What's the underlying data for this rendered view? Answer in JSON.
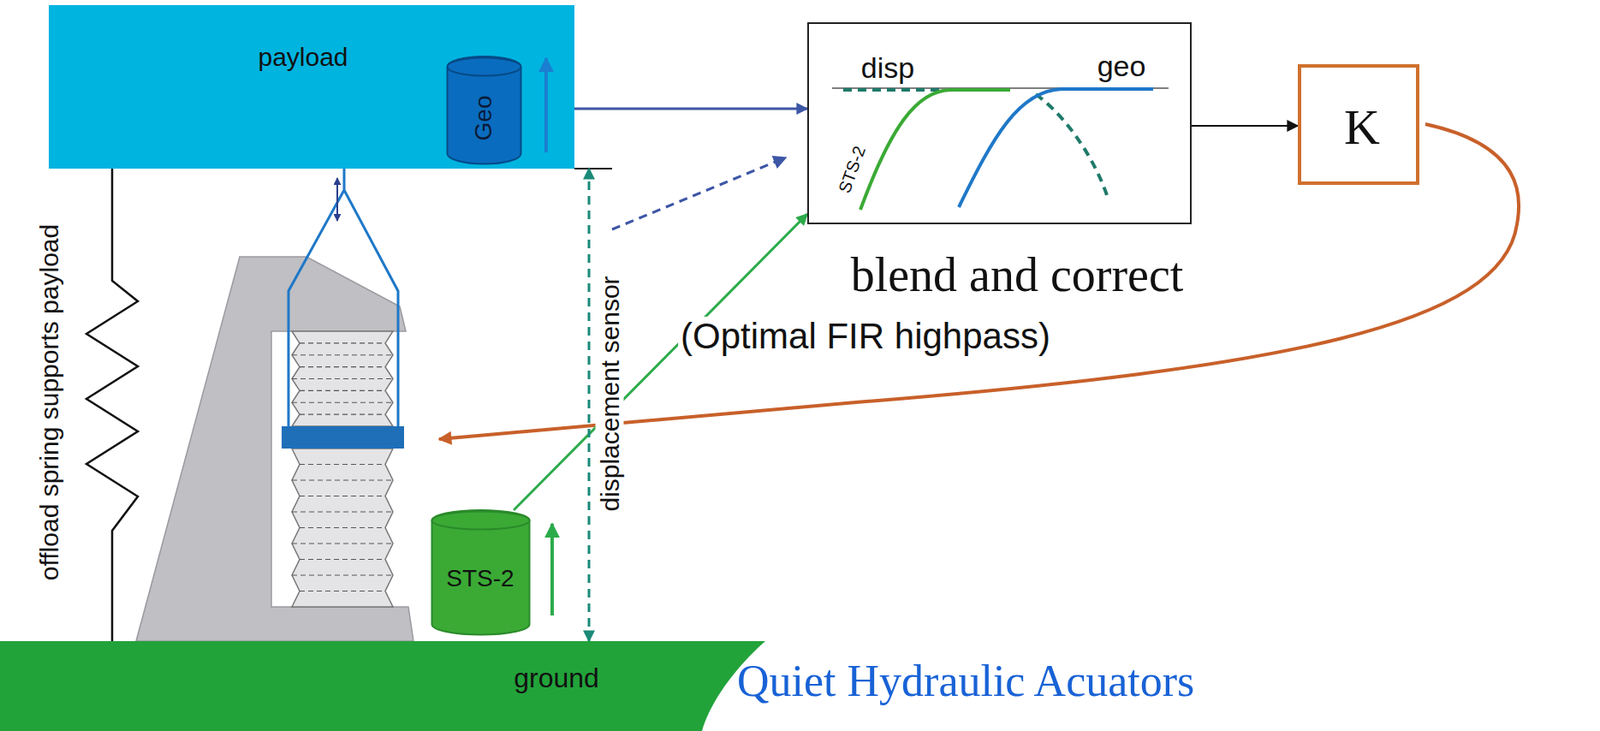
{
  "diagram": {
    "nodes": [
      {
        "text": [
          "payload"
        ]
      },
      {
        "text": [
          "Geo"
        ],
        "in": 0
      },
      {
        "text": [
          "disp",
          "geo",
          "STS-2"
        ]
      },
      {
        "text": [
          "K"
        ]
      },
      {
        "text": [
          "STS-2"
        ]
      },
      {
        "text": [
          "ground"
        ]
      }
    ],
    "edges": [
      {
        "from": 0,
        "to": 2,
        "arrow": "to"
      },
      {
        "from": 2,
        "to": 3,
        "arrow": "to"
      },
      {
        "from": 4,
        "to": 2,
        "arrow": "to"
      },
      {
        "from": 5,
        "to": 0,
        "arrow": "both"
      }
    ],
    "labels": [
      "offload spring supports payload",
      "displacement sensor",
      "blend and correct",
      "(Optimal FIR highpass)",
      "Quiet Hydraulic Acuators"
    ]
  }
}
